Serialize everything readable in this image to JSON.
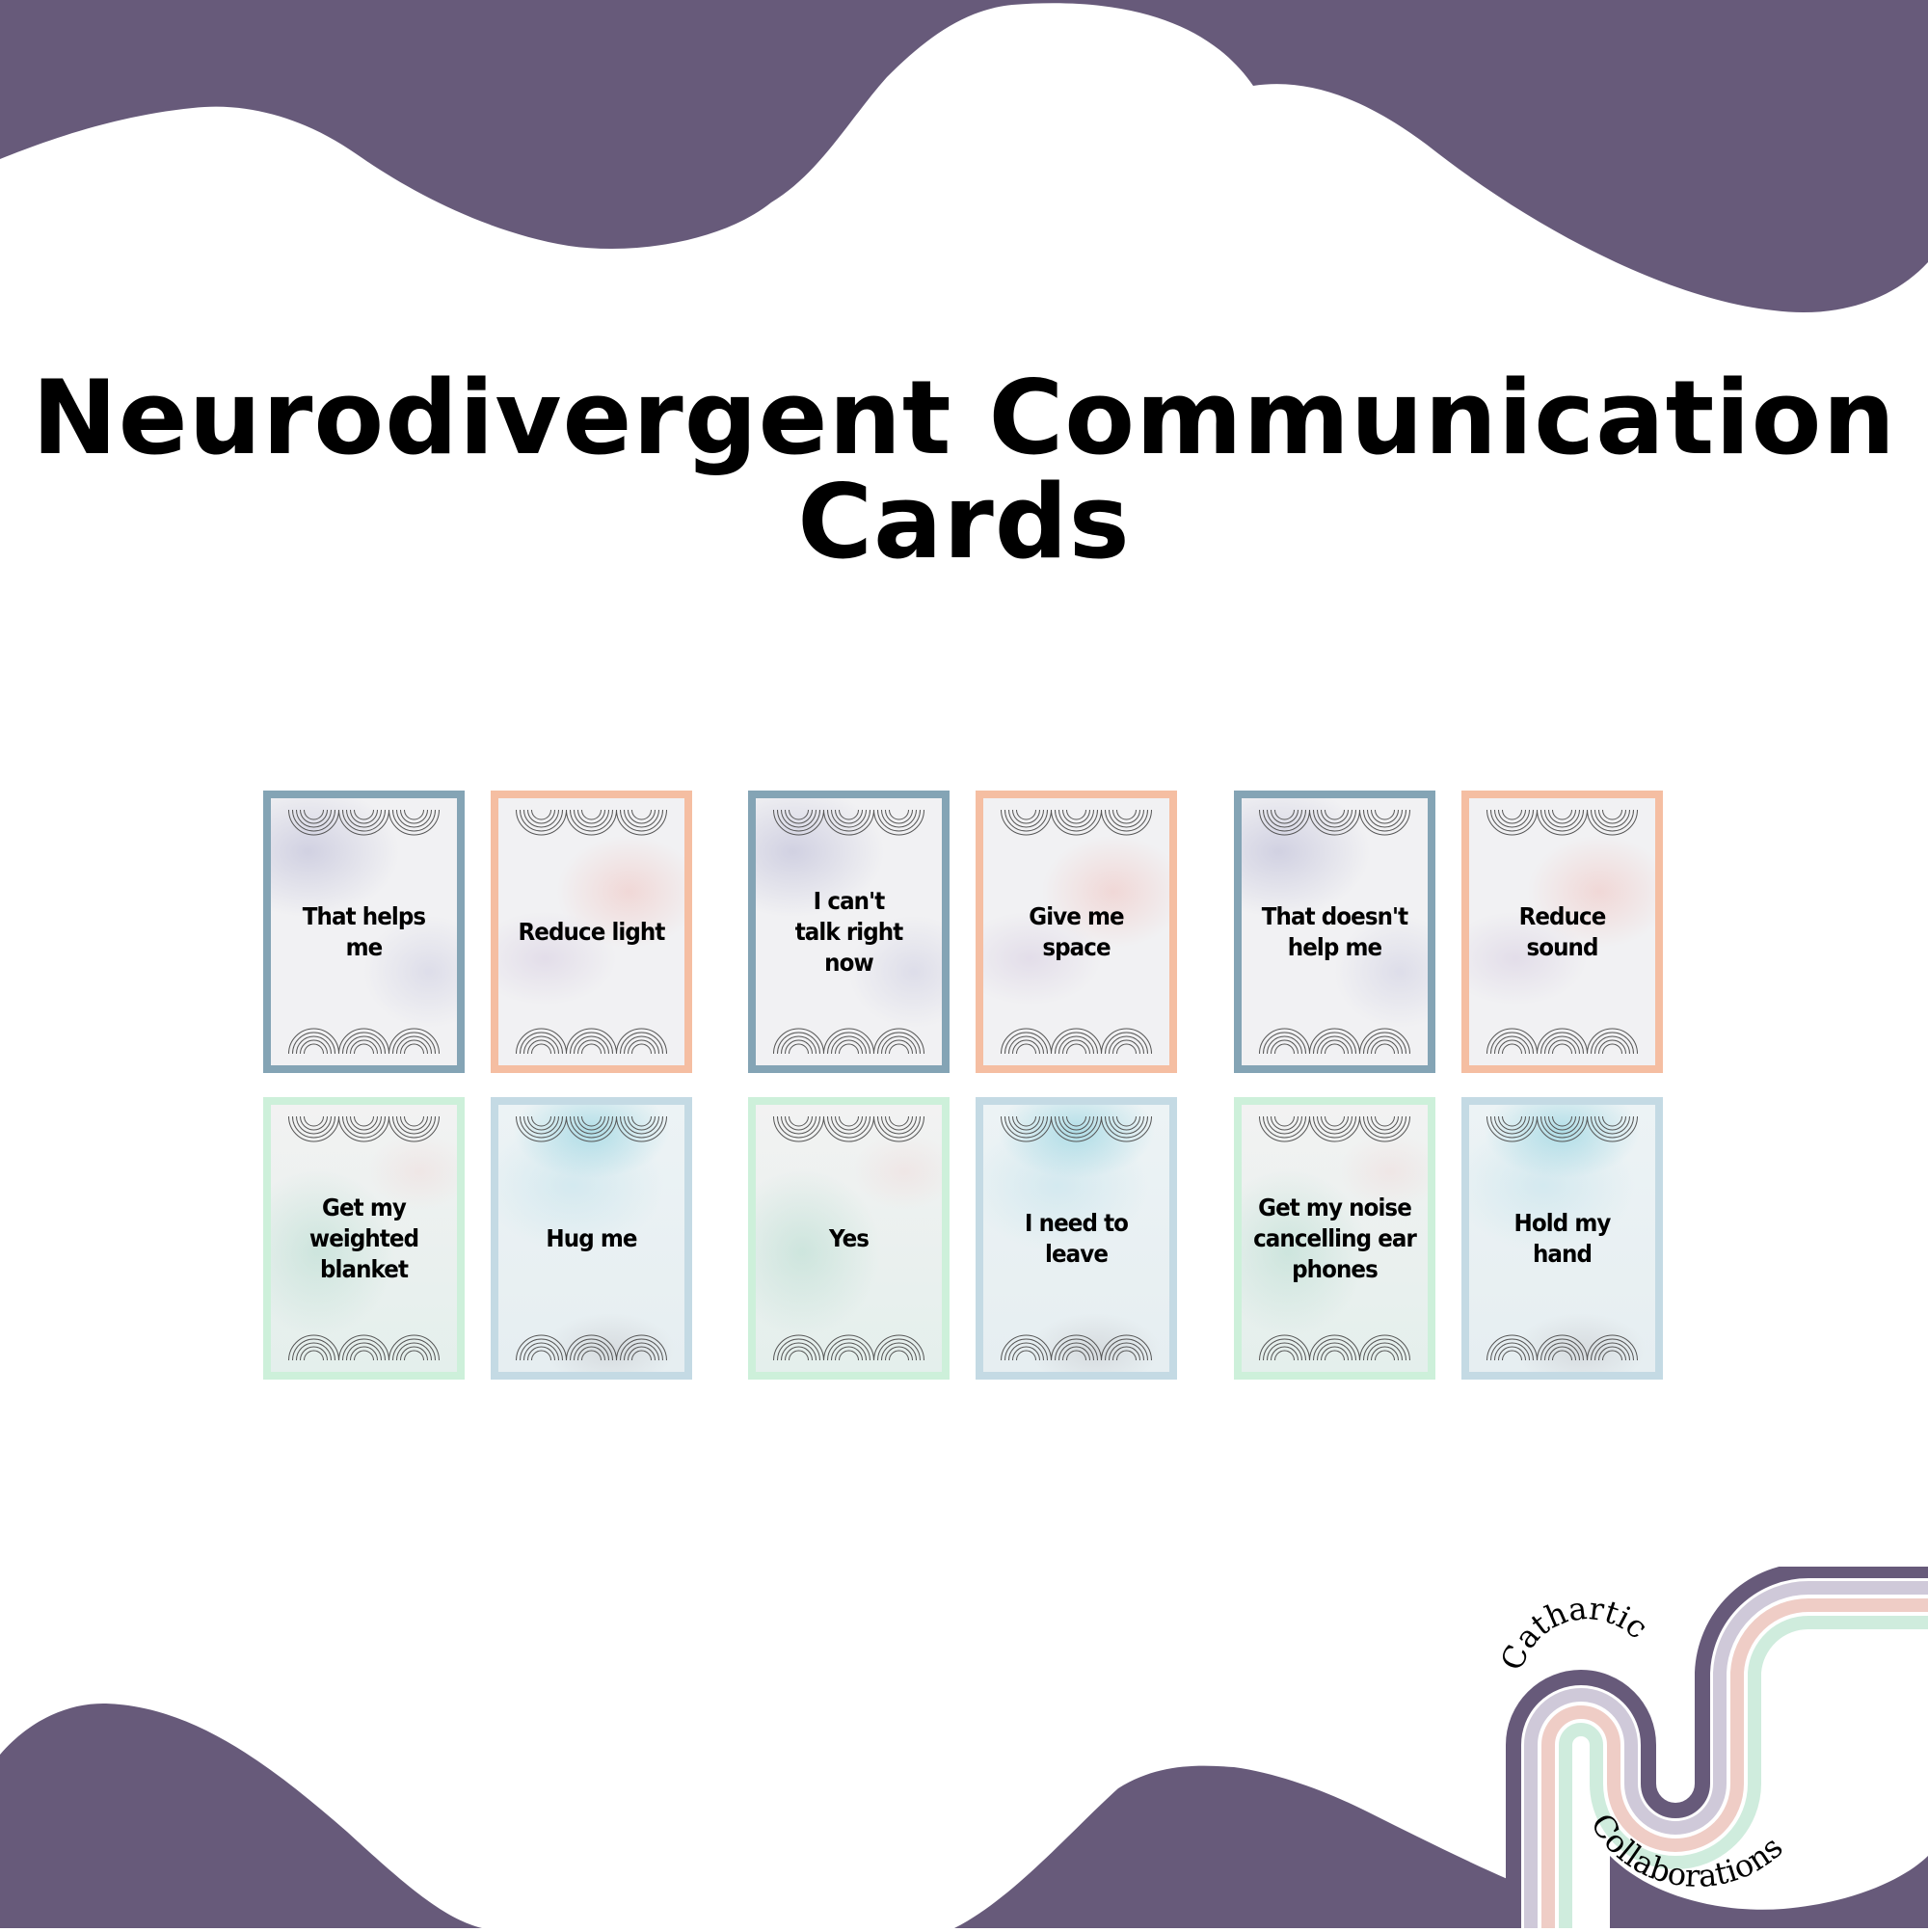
{
  "header": {
    "title_line1": "Neurodivergent Communication",
    "title_line2": "Cards"
  },
  "colors": {
    "brand_purple": "#675a7a",
    "border_blue": "#84a4b5",
    "border_peach": "#f5bea2",
    "border_mint": "#cdf0da",
    "border_lightblue": "#c4dae4",
    "logo_stripes": [
      "#675a7a",
      "#cfc9d9",
      "#efcdc6",
      "#cfecdd",
      "#88bda2"
    ]
  },
  "cards": [
    {
      "text": "That helps me",
      "border": "blue"
    },
    {
      "text": "Reduce light",
      "border": "peach"
    },
    {
      "text": "I can't talk right now",
      "border": "blue"
    },
    {
      "text": "Give me space",
      "border": "peach"
    },
    {
      "text": "That doesn't help me",
      "border": "blue"
    },
    {
      "text": "Reduce sound",
      "border": "peach"
    },
    {
      "text": "Get my weighted blanket",
      "border": "mint"
    },
    {
      "text": "Hug me",
      "border": "lightblue"
    },
    {
      "text": "Yes",
      "border": "mint"
    },
    {
      "text": "I need to leave",
      "border": "lightblue"
    },
    {
      "text": "Get my noise cancelling ear phones",
      "border": "mint"
    },
    {
      "text": "Hold my hand",
      "border": "lightblue"
    }
  ],
  "logo": {
    "word1": "Cathartic",
    "word2": "Collaborations",
    "icon": "rainbow-stripe-wave-icon"
  }
}
